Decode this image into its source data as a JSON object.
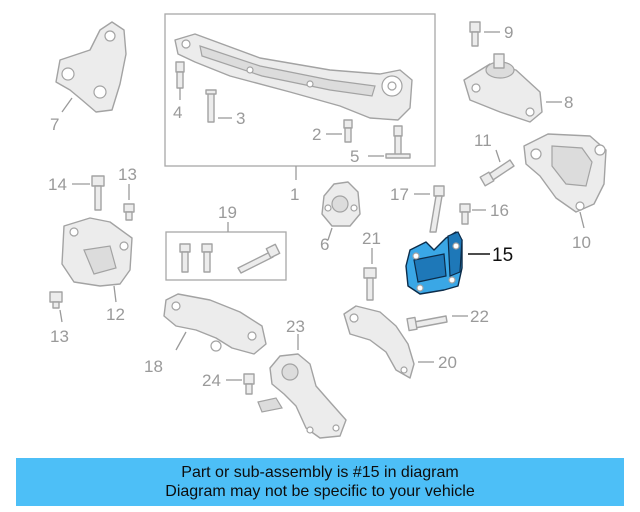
{
  "callouts": {
    "c1": "1",
    "c2": "2",
    "c3": "3",
    "c4": "4",
    "c5": "5",
    "c6": "6",
    "c7": "7",
    "c8": "8",
    "c9": "9",
    "c10": "10",
    "c11": "11",
    "c12": "12",
    "c13a": "13",
    "c13b": "13",
    "c14": "14",
    "c15": "15",
    "c16": "16",
    "c17": "17",
    "c18": "18",
    "c19": "19",
    "c20": "20",
    "c21": "21",
    "c22": "22",
    "c23": "23",
    "c24": "24"
  },
  "highlight": {
    "part": "15",
    "color": "#3aa7e6"
  },
  "banner": {
    "line1": "Part or sub-assembly is #15 in diagram",
    "line2": "Diagram may not be specific to your vehicle",
    "color": "#4dbff7"
  }
}
